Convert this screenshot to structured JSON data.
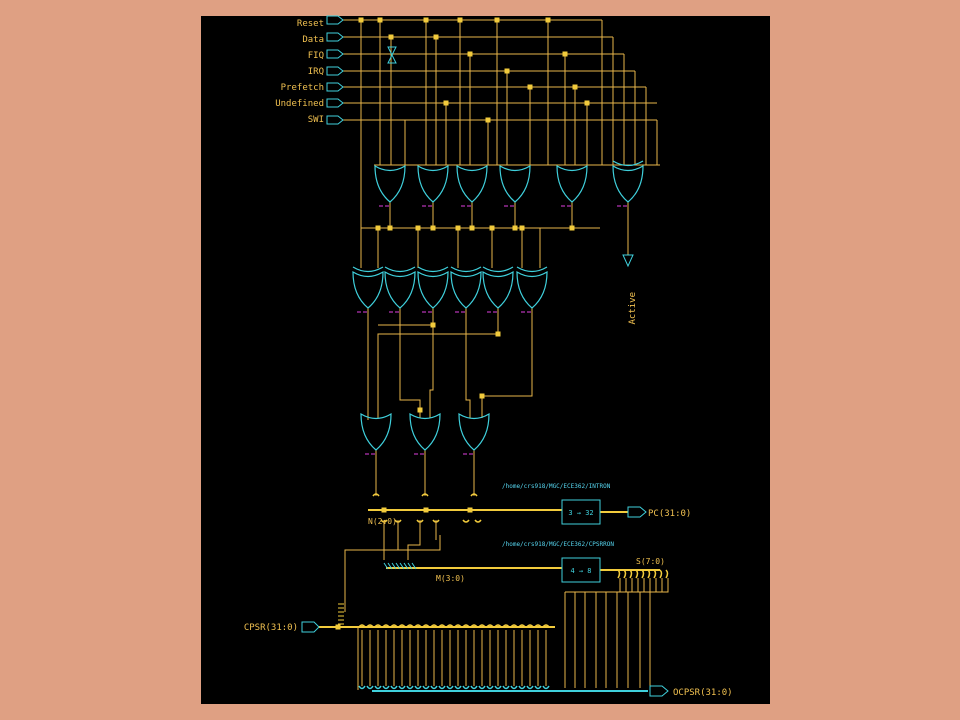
{
  "colors": {
    "page_bg": "#dfa083",
    "canvas_bg": "#000000",
    "wire": "#e8b64a",
    "node": "#f2cb3c",
    "gate": "#3fd0dc",
    "label": "#f0c050",
    "path_label": "#56d6f0",
    "pin_mark": "#e040e0"
  },
  "inputs": [
    {
      "id": "reset",
      "label": "Reset"
    },
    {
      "id": "data",
      "label": "Data"
    },
    {
      "id": "fiq",
      "label": "FIQ"
    },
    {
      "id": "irq",
      "label": "IRQ"
    },
    {
      "id": "prefetch",
      "label": "Prefetch"
    },
    {
      "id": "undefined",
      "label": "Undefined"
    },
    {
      "id": "swi",
      "label": "SWI"
    }
  ],
  "active_label": "Active",
  "buses": {
    "n_bus": "N(2:0)",
    "m_bus": "M(3:0)",
    "s_bus": "S(7:0)"
  },
  "blocks": {
    "intron": {
      "path": "/home/crs918/MGC/ECE362/INTRON",
      "text": "3 → 32"
    },
    "cpsrron": {
      "path": "/home/crs918/MGC/ECE362/CPSRRON",
      "text": "4 → 8"
    }
  },
  "ports": {
    "pc": "PC(31:0)",
    "cpsr": "CPSR(31:0)",
    "ocpsr": "OCPSR(31:0)"
  }
}
